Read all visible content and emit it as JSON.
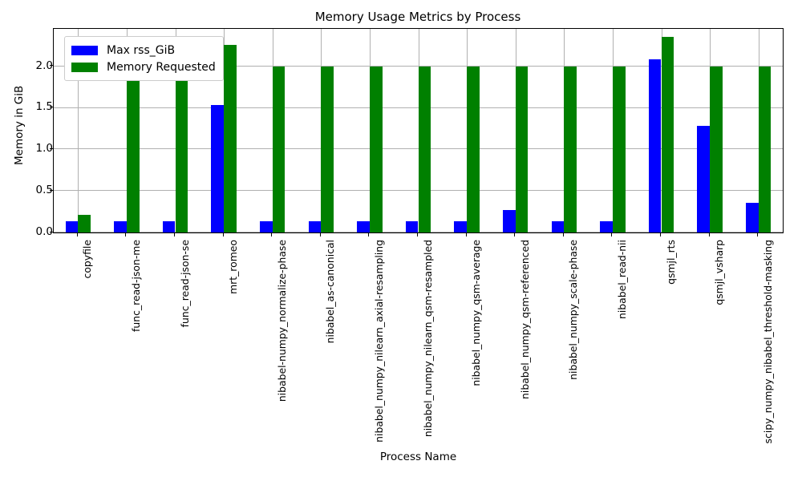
{
  "chart_data": {
    "type": "bar",
    "title": "Memory Usage Metrics by Process",
    "xlabel": "Process Name",
    "ylabel": "Memory in GiB",
    "ylim": [
      0.0,
      2.45
    ],
    "yticks": [
      0.0,
      0.5,
      1.0,
      1.5,
      2.0
    ],
    "ytick_labels": [
      "0.0",
      "0.5",
      "1.0",
      "1.5",
      "2.0"
    ],
    "grid": true,
    "legend_position": "upper left",
    "categories": [
      "copyfile",
      "func_read-json-me",
      "func_read-json-se",
      "mrt_romeo",
      "nibabel-numpy_normalize-phase",
      "nibabel_as-canonical",
      "nibabel_numpy_nilearn_axial-resampling",
      "nibabel_numpy_nilearn_qsm-resampled",
      "nibabel_numpy_qsm-average",
      "nibabel_numpy_qsm-referenced",
      "nibabel_numpy_scale-phase",
      "nibabel_read-nii",
      "qsmjl_rts",
      "qsmjl_vsharp",
      "scipy_numpy_nibabel_threshold-masking"
    ],
    "series": [
      {
        "name": "Max rss_GiB",
        "color": "#0000ff",
        "values": [
          0.14,
          0.14,
          0.14,
          1.53,
          0.14,
          0.14,
          0.14,
          0.14,
          0.14,
          0.27,
          0.14,
          0.14,
          2.08,
          1.28,
          0.36
        ]
      },
      {
        "name": "Memory Requested",
        "color": "#008000",
        "values": [
          0.21,
          2.0,
          2.0,
          2.26,
          2.0,
          2.0,
          2.0,
          2.0,
          2.0,
          2.0,
          2.0,
          2.0,
          2.35,
          2.0,
          2.0
        ]
      }
    ]
  }
}
